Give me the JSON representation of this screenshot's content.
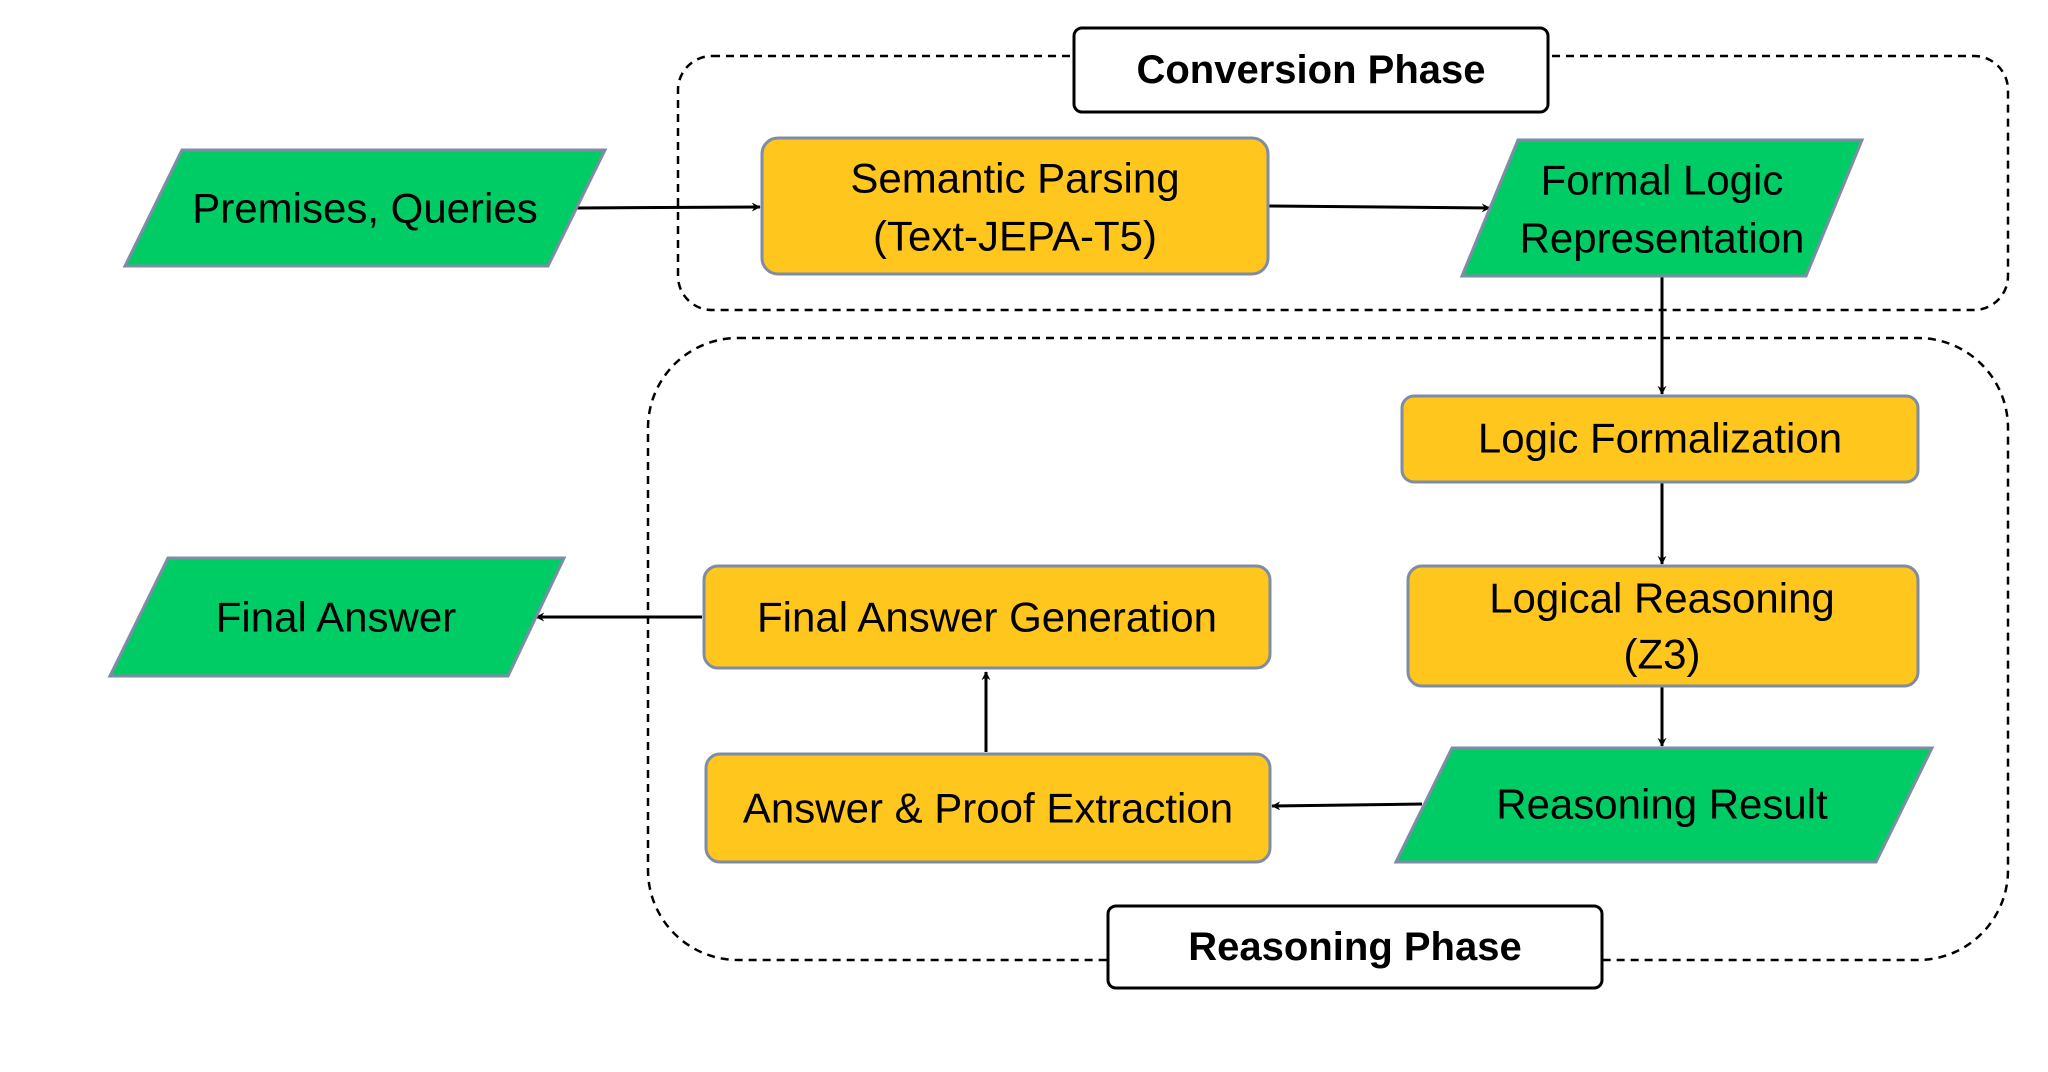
{
  "phases": {
    "conversion": "Conversion Phase",
    "reasoning": "Reasoning Phase"
  },
  "nodes": {
    "premises_queries": "Premises, Queries",
    "semantic_parsing": [
      "Semantic Parsing",
      "(Text-JEPA-T5)"
    ],
    "formal_logic_representation": [
      "Formal Logic",
      "Representation"
    ],
    "logic_formalization": "Logic Formalization",
    "logical_reasoning": [
      "Logical Reasoning",
      "(Z3)"
    ],
    "reasoning_result": "Reasoning Result",
    "answer_proof_extraction": "Answer & Proof Extraction",
    "final_answer_generation": "Final Answer Generation",
    "final_answer": "Final Answer"
  },
  "colors": {
    "process_fill": "#FFC61E",
    "io_fill": "#00CC66",
    "shape_border": "#7E8CA6"
  }
}
